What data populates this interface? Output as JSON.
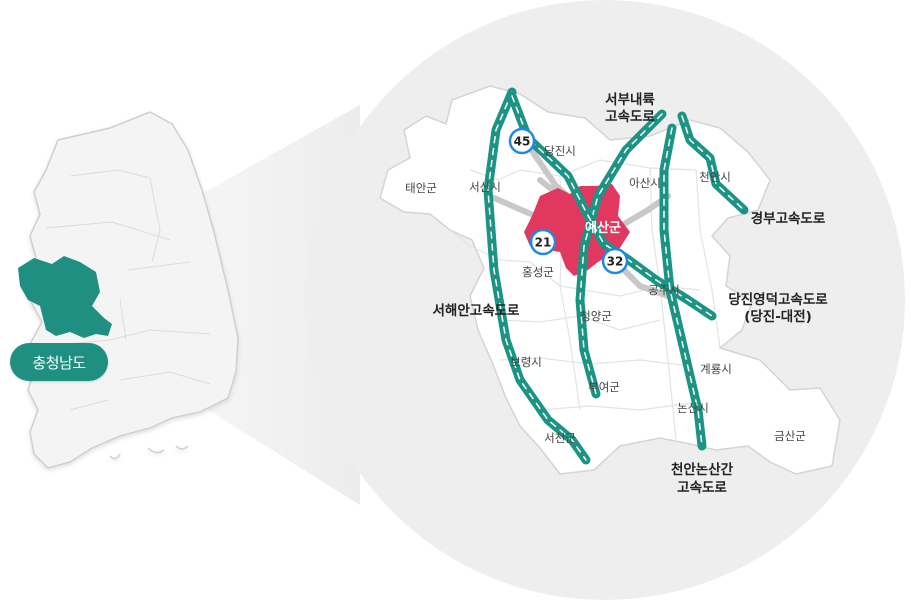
{
  "region_badge": "충청남도",
  "focus_county": {
    "label": "예산군",
    "color": "#e0385e"
  },
  "colors": {
    "expressway": "#1b9484",
    "lane_marking": "#ffffff",
    "local_road": "#c8c8c8",
    "region_fill": "#1f8f82",
    "circle_bg": "#eeeeee",
    "route_ring": "#1e88e5"
  },
  "cities": {
    "dangjin": "당진시",
    "taean": "태안군",
    "seosan": "서산시",
    "asan": "아산시",
    "cheonan": "천안시",
    "hongseong": "홍성군",
    "cheongyang": "청양군",
    "gongju": "공주시",
    "boryeong": "보령시",
    "buyeo": "부여군",
    "gyeryong": "계룡시",
    "nonsan": "논산시",
    "seocheon": "서천군",
    "geumsan": "금산군"
  },
  "expressways": {
    "seobu_line1": "서부내륙",
    "seobu_line2": "고속도로",
    "gyeongbu": "경부고속도로",
    "dangjin_line1": "당진영덕고속도로",
    "dangjin_line2": "(당진-대전)",
    "seohaean": "서해안고속도로",
    "cheonan_line1": "천안논산간",
    "cheonan_line2": "고속도로"
  },
  "route_markers": {
    "r45": "45",
    "r21": "21",
    "r32": "32"
  },
  "icons": [
    "korea-map-icon",
    "route-marker-icon"
  ]
}
